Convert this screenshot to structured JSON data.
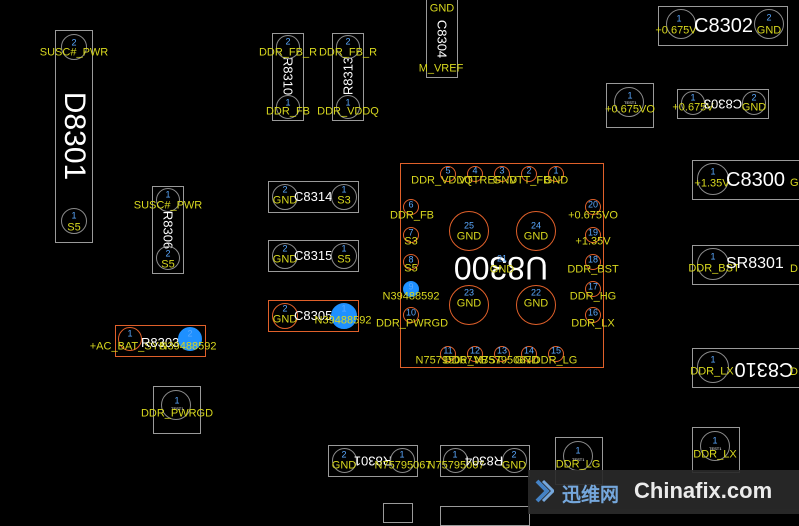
{
  "components": {
    "d8301": {
      "ref": "D8301",
      "pin1_num": "1",
      "pin1_net": "S5",
      "pin2_num": "2",
      "pin2_net": "SUSC#_PWR"
    },
    "r8310": {
      "ref": "R8310",
      "pin1_num": "1",
      "pin1_net": "DDR_FB",
      "pin2_num": "2",
      "pin2_net": "DDR_FB_R"
    },
    "r8313": {
      "ref": "R8313",
      "pin1_num": "1",
      "pin1_net": "DDR_VDDQ",
      "pin2_num": "2",
      "pin2_net": "DDR_FB_R"
    },
    "c8304": {
      "ref": "C8304",
      "pin1_net": "M_VREF",
      "pin2_net": "GND"
    },
    "c8302": {
      "ref": "C8302",
      "pin1_num": "1",
      "pin1_net": "+0.675V",
      "pin2_num": "2",
      "pin2_net": "GND"
    },
    "tp_0675": {
      "pin_num": "1",
      "pin_net": "+0.675VO"
    },
    "c8303": {
      "ref": "C8303",
      "pin1_num": "1",
      "pin1_net": "+0.675V",
      "pin2_num": "2",
      "pin2_net": "GND"
    },
    "c8300": {
      "ref": "C8300",
      "pin1_num": "1",
      "pin1_net": "+1.35V",
      "pin2_net": "G"
    },
    "sr8301": {
      "ref": "SR8301",
      "pin1_num": "1",
      "pin1_net": "DDR_BST",
      "pin2_net": "D"
    },
    "c8310": {
      "ref": "C8310",
      "pin1_num": "1",
      "pin1_net": "DDR_LX",
      "pin2_net": "D"
    },
    "r8306": {
      "ref": "R8306",
      "pin1_num": "1",
      "pin1_net": "SUSC#_PWR",
      "pin2_num": "2",
      "pin2_net": "S5"
    },
    "c8314": {
      "ref": "C8314",
      "pin1_num": "1",
      "pin1_net": "S3",
      "pin2_num": "2",
      "pin2_net": "GND"
    },
    "c8315": {
      "ref": "C8315",
      "pin1_num": "1",
      "pin1_net": "S5",
      "pin2_num": "2",
      "pin2_net": "GND"
    },
    "c8305": {
      "ref": "C8305",
      "pin1_num": "1",
      "pin1_net": "N39488592",
      "pin2_num": "2",
      "pin2_net": "GND"
    },
    "r8303": {
      "ref": "R8303",
      "pin1_num": "1",
      "pin1_net": "+AC_BAT_SYS",
      "pin2_num": "2",
      "pin2_net": "N39488592"
    },
    "tp_pwrgd": {
      "pin_num": "1",
      "pin_net": "DDR_PWRGD"
    },
    "r8301": {
      "ref": "R8301",
      "pin1_num": "1",
      "pin1_net": "N75795067",
      "pin2_num": "2",
      "pin2_net": "GND"
    },
    "r8304": {
      "ref": "R8304",
      "pin1_num": "1",
      "pin1_net": "N75795067",
      "pin2_num": "2",
      "pin2_net": "GND"
    },
    "tp_lg": {
      "pin_num": "1",
      "pin_net": "DDR_LG"
    },
    "tp_lx": {
      "pin_num": "1",
      "pin_net": "DDR_LX"
    },
    "tp_small_label": "TEST1"
  },
  "u8300": {
    "ref": "U8300",
    "top_nets": [
      "DDR_VDDQ",
      "VTTREF",
      "GND",
      "VTT_FB",
      "GND"
    ],
    "top_pins": [
      "5",
      "4",
      "3",
      "2",
      "1"
    ],
    "left_pins": [
      {
        "num": "6",
        "net": "DDR_FB"
      },
      {
        "num": "7",
        "net": "S3"
      },
      {
        "num": "8",
        "net": "S5"
      },
      {
        "num": "9",
        "net": "N39488592"
      },
      {
        "num": "10",
        "net": "DDR_PWRGD"
      }
    ],
    "right_pins": [
      {
        "num": "20",
        "net": "+0.675VO"
      },
      {
        "num": "19",
        "net": "+1.35V"
      },
      {
        "num": "18",
        "net": "DDR_BST"
      },
      {
        "num": "17",
        "net": "DDR_HG"
      },
      {
        "num": "16",
        "net": "DDR_LX"
      }
    ],
    "bottom_pins": [
      "11",
      "12",
      "13",
      "14",
      "15"
    ],
    "bottom_nets": [
      "N75795067",
      "DDR_VBST",
      "N75795067",
      "GND",
      "DDR_LG"
    ],
    "pads": [
      {
        "num": "25",
        "net": "GND"
      },
      {
        "num": "24",
        "net": "GND"
      },
      {
        "num": "23",
        "net": "GND"
      },
      {
        "num": "22",
        "net": "GND"
      },
      {
        "num": "21",
        "net": "GND"
      }
    ]
  },
  "watermark": {
    "cn": "迅维网",
    "en": "Chinafix.com"
  },
  "colors": {
    "background": "#000000",
    "outline": "#9a9a9a",
    "selected_outline": "#e0602a",
    "net_label": "#d8d81e",
    "pin_number": "#5aa9ff",
    "highlight_pin": "#1e90ff",
    "refdes": "#ffffff"
  }
}
